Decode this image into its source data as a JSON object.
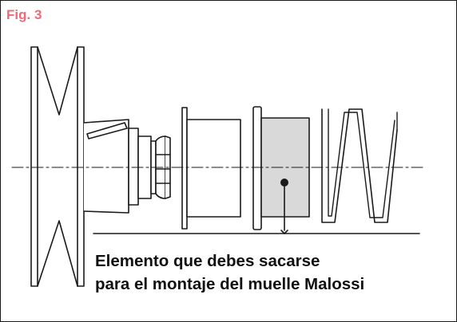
{
  "figure": {
    "label": "Fig. 3",
    "label_color": "#ee6a78"
  },
  "caption": {
    "line1": "Elemento que debes sacarse",
    "line2": "para el montaje del muelle Malossi"
  },
  "highlight_color": "#d9d9d9",
  "line_color": "#1a1a1a"
}
